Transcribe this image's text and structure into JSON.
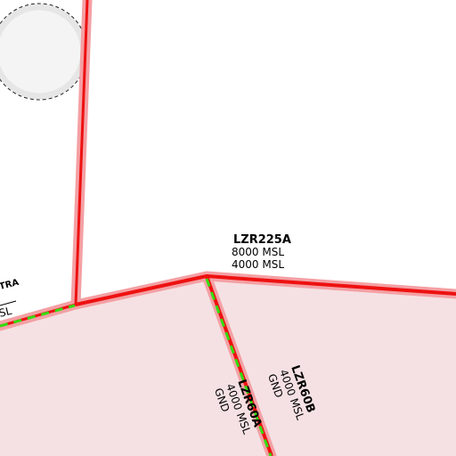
{
  "map": {
    "colors": {
      "background": "#ffffff",
      "restricted_fill": "#f5e1e3",
      "boundary_red": "#ee1111",
      "boundary_halo": "#f4a0a4",
      "shared_green": "#33dd11",
      "circle_fill": "#f4f4f4",
      "circle_ring": "#e6e6e6"
    },
    "airspaces": [
      {
        "id": "lzr225a",
        "name": "LZR225A",
        "upper": "8000 MSL",
        "lower": "4000 MSL"
      },
      {
        "id": "lzr60a",
        "name": "LZR60A",
        "upper": "4000 MSL",
        "lower": "GND"
      },
      {
        "id": "lzr60b",
        "name": "LZR60B",
        "upper": "4000 MSL",
        "lower": "GND"
      }
    ],
    "partial_labels": {
      "left_name": "TRA",
      "left_alt": "SL"
    }
  }
}
